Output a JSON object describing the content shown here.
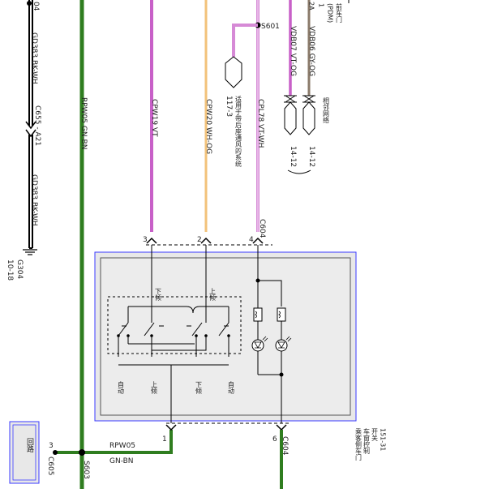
{
  "left": {
    "top_conn": "04",
    "wire_top": "GD383  BK-WH",
    "conn": "C655  -  A21",
    "wire_bottom": "GD383  BK-WH",
    "ground": "G304",
    "ground_ref": "10-18"
  },
  "rpw": {
    "circuit": "RPW05  GN-BN",
    "h_circuit": "RPW05",
    "h_color": "GN-BN",
    "splice": "S603",
    "pin": "3",
    "conn": "C605",
    "box_label": "回路"
  },
  "wires": {
    "cpw19": "CPW19  VT",
    "cpw20": "CPW20  WH-OG",
    "cpl78": "CPL78  VT-WH",
    "splice_s601": "S601",
    "ref_117": "117-3",
    "ref_117_text": "适用于带后座通风的系统",
    "vdb07": "VDB07  VT-OG",
    "vdb06": "VDB06  GY-OG",
    "top_right_2a": "2A",
    "top_right_label1": "前车门",
    "top_right_label2": "(PDM)",
    "top_right_num": "1",
    "ref_14_12_a": "14-12",
    "ref_14_12_b": "14-12",
    "nearby_label": "相邻网络"
  },
  "connector_c604": {
    "name": "C604",
    "pin3": "3",
    "pin2": "2",
    "pin4": "4",
    "pin1": "1",
    "pin6": "6",
    "bottom_name": "C604"
  },
  "switch": {
    "label_down": "下倾",
    "label_up": "上倾",
    "pos_auto_left": "自动",
    "pos_up": "上倾",
    "pos_down": "下倾",
    "pos_auto_right": "自动",
    "component_line1": "乘客侧车门",
    "component_line2": "车窗控制",
    "component_line3": "开关",
    "component_ref": "151-31"
  },
  "colors": {
    "green": "#2f7d1f",
    "violet": "#c860c8",
    "violet_white": "#d68ad6",
    "white_orange": "#f2c27a",
    "grey_orange": "#8a7a6a",
    "component_border": "#3a3aff",
    "component_fill": "#e8e8e8"
  }
}
